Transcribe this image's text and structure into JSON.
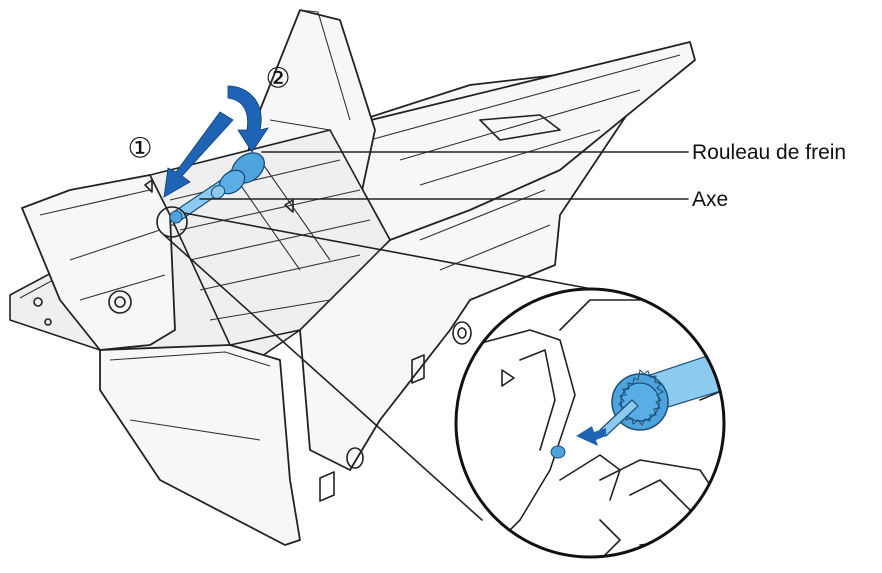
{
  "callouts": {
    "brake_roller": "Rouleau de frein",
    "shaft": "Axe"
  },
  "steps": {
    "step1": "①",
    "step2": "②"
  },
  "colors": {
    "roller_blue": "#4fa3dc",
    "roller_light": "#8ccaf0",
    "arrow_blue": "#1f64b4",
    "line": "#222222"
  },
  "icons": {
    "step1_arrow": "down-left-arrow",
    "step2_arrow": "curved-down-arrow",
    "detail": "magnified-detail-circle"
  }
}
